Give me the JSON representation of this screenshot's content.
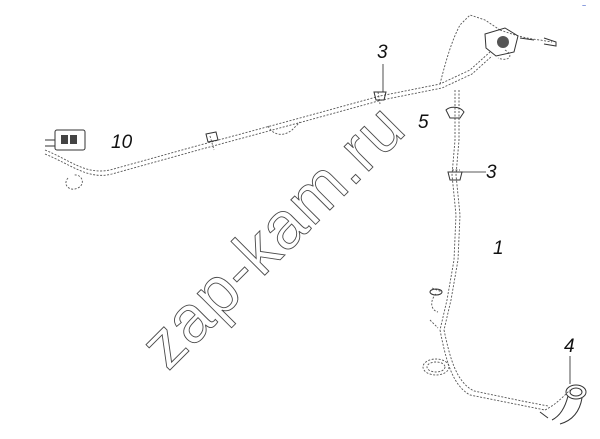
{
  "watermark": "zap-kam.ru",
  "callouts": {
    "c1": "1",
    "c3a": "3",
    "c3b": "3",
    "c4": "4",
    "c5": "5",
    "c10": "10"
  },
  "corner_mark": "~"
}
